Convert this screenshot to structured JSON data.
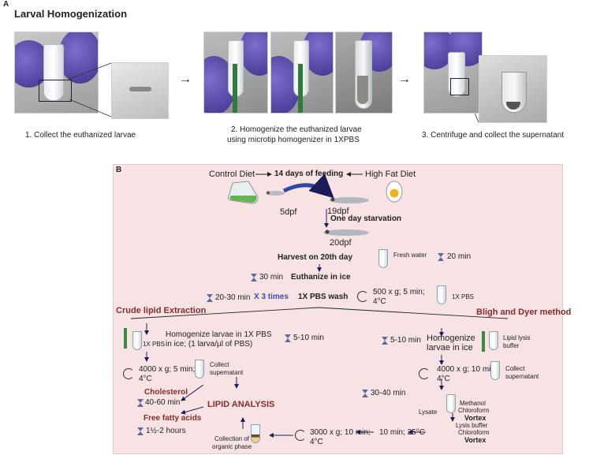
{
  "panel_a": {
    "letter": "A",
    "title": "Larval Homogenization",
    "captions": [
      "1. Collect the euthanized larvae",
      "2. Homogenize the euthanized larvae",
      "using microtip homogenizer in 1XPBS",
      "3. Centrifuge and collect the supernatant"
    ]
  },
  "panel_b": {
    "letter": "B",
    "control_diet": "Control Diet",
    "feeding": "14 days of feeding",
    "high_fat_diet": "High Fat Diet",
    "dpf5": "5dpf",
    "dpf19": "19dpf",
    "starvation": "One day starvation",
    "dpf20": "20dpf",
    "harvest": "Harvest on 20th day",
    "fresh_water": "Fresh water",
    "t20min": "20  min",
    "t30min": "30  min",
    "euthanize": "Euthanize in ice",
    "t2030": "20-30 min",
    "x3": "X 3 times",
    "pbs_wash": "1X PBS wash",
    "spin500_a": "500 x g;  5 min;",
    "spin500_b": "4°C",
    "pbs_small": "1X PBS",
    "crude": "Crude lipid Extraction",
    "bligh": "Bligh and Dyer method",
    "pbs_small_left": "1X PBS",
    "homog_left_a": "Homogenize larvae in 1X PBS",
    "homog_left_b": "in ice; (1 larva/µl of PBS)",
    "t510_left": "5-10 min",
    "t510_right": "5-10 min",
    "homog_right_a": "Homogenize",
    "homog_right_b": "larvae in ice",
    "lipid_lysis_a": "Lipid lysis",
    "lipid_lysis_b": "buffer",
    "spin4000_left_a": "4000 x g;  5 min;",
    "spin4000_left_b": "4°C",
    "collect_sup_left_a": "Collect",
    "collect_sup_left_b": "supernatant",
    "spin4000_right_a": "4000 x g;  10 min;",
    "spin4000_right_b": "4°C",
    "collect_sup_right_a": "Collect",
    "collect_sup_right_b": "supernatant",
    "cholesterol": "Cholesterol",
    "t4060": "40-60 min",
    "lipid_analysis": "LIPID ANALYSIS",
    "ffa": "Free fatty acids",
    "t15": "1½-2 hours",
    "t3040": "30-40 min",
    "lysate": "Lysate",
    "methanol": "Methanol",
    "chloroform1": "Chloroform",
    "vortex1": "Vortex",
    "lysis_buffer": "Lysis buffer",
    "chloroform2": "Chloroform",
    "vortex2": "Vortex",
    "spin3000_a": "3000 x g;  10 min;",
    "spin3000_b": "4°C",
    "t10_25": "10 min; 25°C",
    "collection_a": "Collection of",
    "collection_b": "organic phase"
  }
}
